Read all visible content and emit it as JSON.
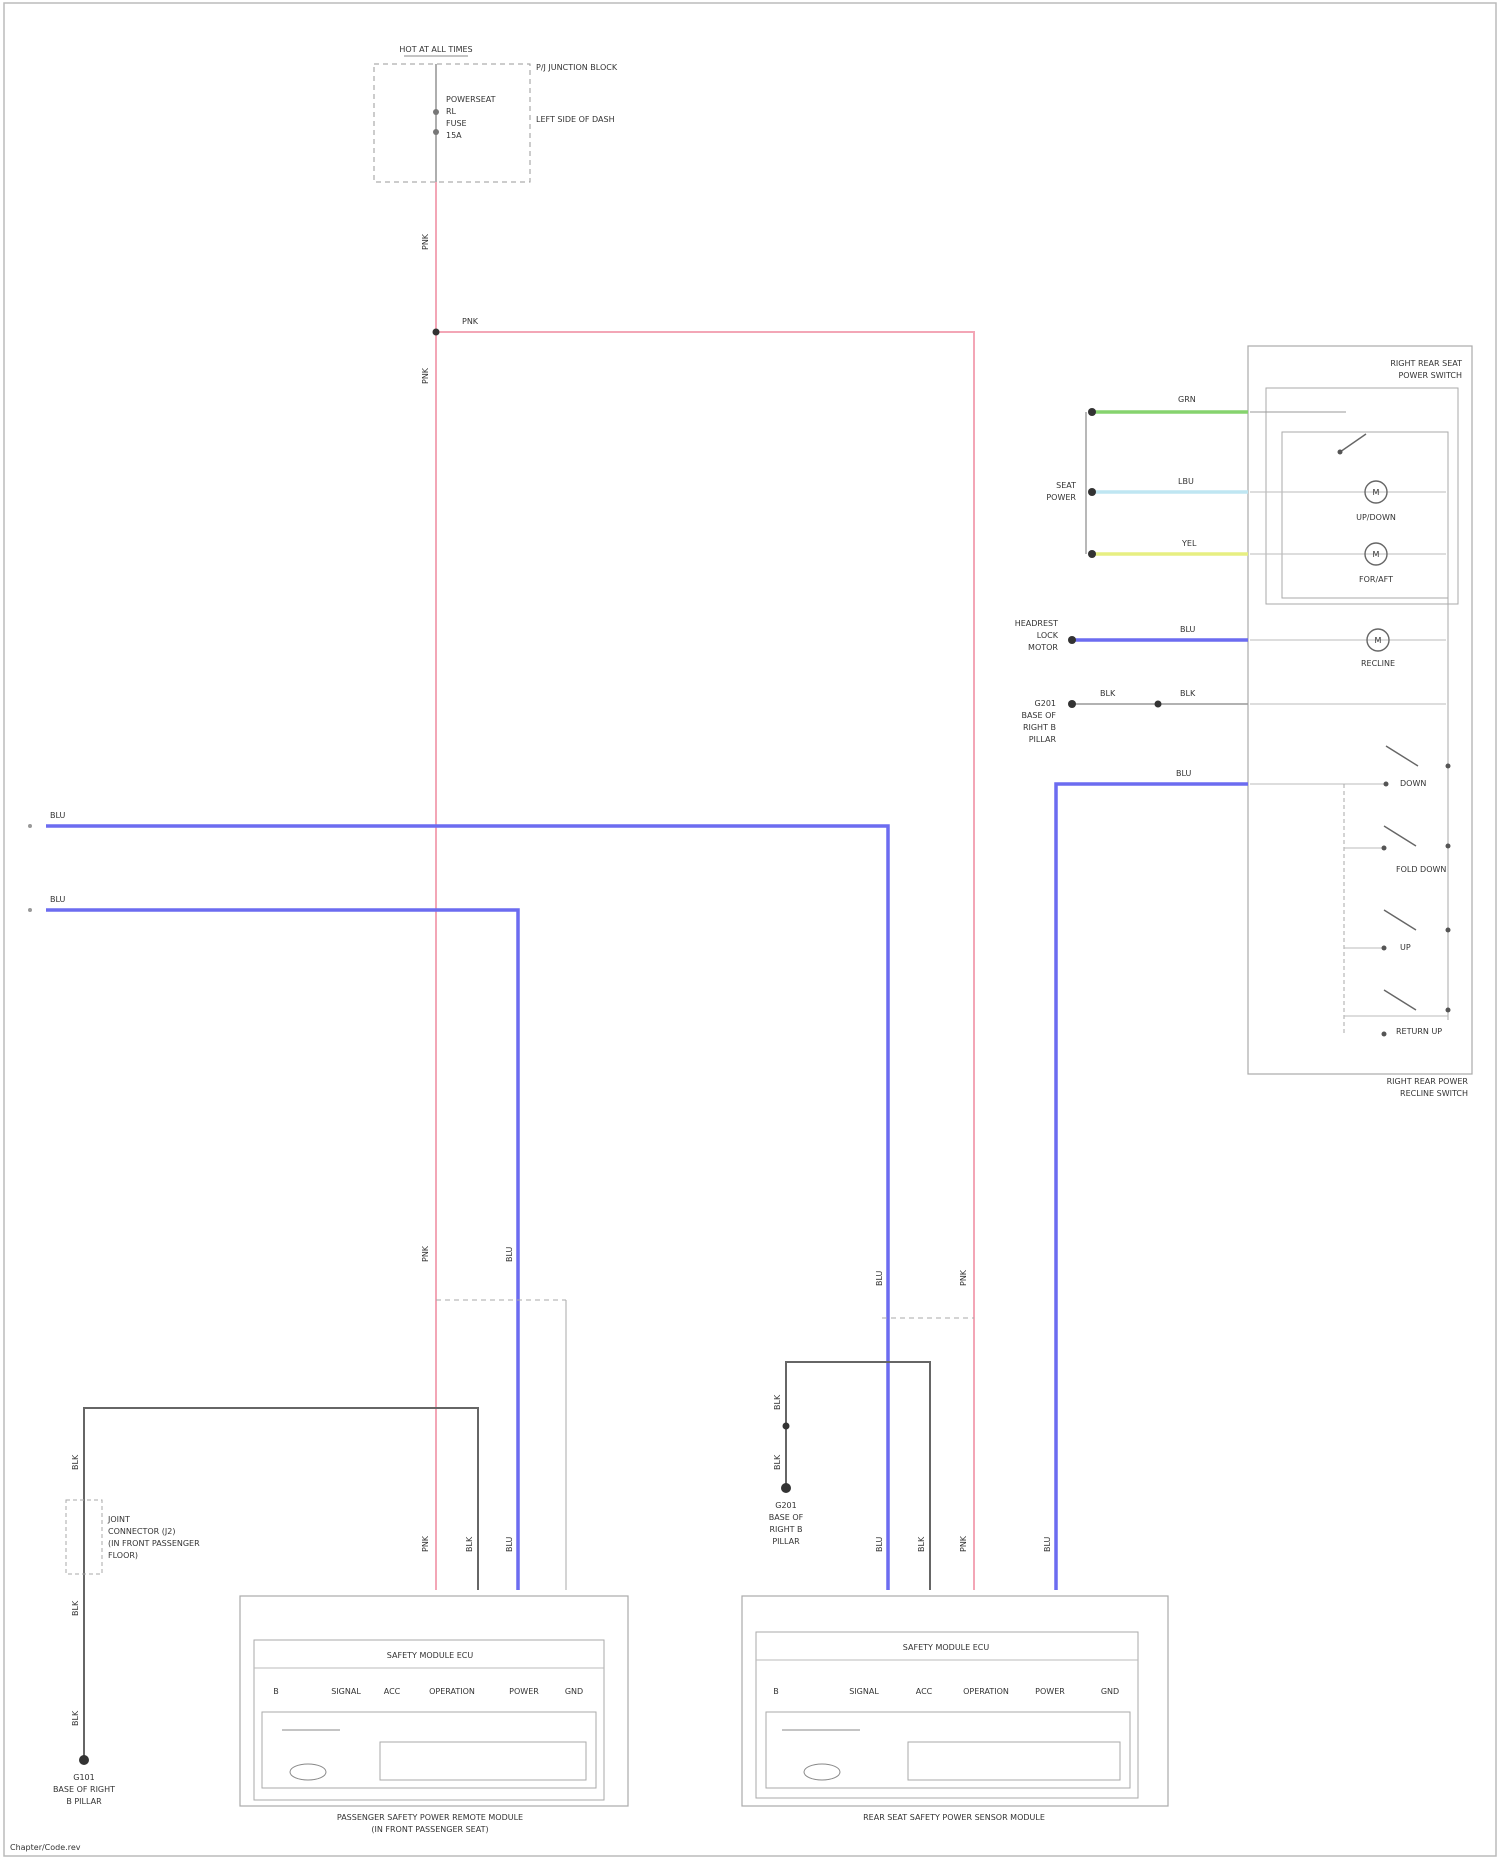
{
  "colors": {
    "pink": "#f3a6b6",
    "blue": "#6c6cf0",
    "green": "#86d36e",
    "light_blue": "#bfe6f2",
    "yellow": "#e7ef82",
    "wire_gray": "#666666",
    "box_gray": "#888888"
  },
  "top_source": {
    "label": "HOT AT ALL TIMES",
    "box_title": "P/J JUNCTION BLOCK",
    "box_subtitle": "LEFT SIDE OF DASH",
    "fuse_lines": [
      "POWERSEAT",
      "RL",
      "FUSE",
      "15A"
    ]
  },
  "wires": {
    "feed": "PNK",
    "branch": "PNK",
    "left_1": "BLU",
    "left_2": "BLU",
    "switch_green": "GRN",
    "switch_lblue": "LBU",
    "switch_yellow": "YEL",
    "switch_blue": "BLU",
    "switch_gnd_a": "BLK",
    "switch_gnd_b": "BLK",
    "switch_blue2": "BLU",
    "lower_pink_a": "PNK",
    "lower_blu_a": "BLU",
    "lower_blu_b": "BLU",
    "lower_pink_b": "PNK",
    "gnd_left_1": "BLK",
    "gnd_left_2": "BLK",
    "gnd_left_3": "BLK",
    "gnd_right_1": "BLK",
    "gnd_right_2": "BLK",
    "mod_left_1": "PNK",
    "mod_left_2": "BLK",
    "mod_left_3": "BLU",
    "mod_right_1": "BLU",
    "mod_right_2": "BLK",
    "mod_right_3": "PNK",
    "mod_right_4": "BLU"
  },
  "switch_group": {
    "title_lines": [
      "RIGHT REAR SEAT",
      "POWER SWITCH"
    ],
    "bottom_lines": [
      "RIGHT REAR POWER",
      "RECLINE SWITCH"
    ],
    "motor_labels": [
      "UP/DOWN",
      "FOR/AFT",
      "RECLINE"
    ],
    "contact_labels": [
      "DOWN",
      "FOLD DOWN",
      "UP",
      "RETURN UP"
    ]
  },
  "side_labels": {
    "seat_power": [
      "SEAT",
      "POWER"
    ],
    "headrest": [
      "HEADREST",
      "LOCK",
      "MOTOR"
    ],
    "ground": [
      "G201",
      "BASE OF",
      "RIGHT B",
      "PILLAR"
    ]
  },
  "left_module": {
    "caption": "PASSENGER SAFETY POWER REMOTE MODULE",
    "sub_caption": "(IN FRONT PASSENGER SEAT)",
    "inner_title": "SAFETY MODULE ECU",
    "pin_labels": [
      "B",
      "SIGNAL",
      "ACC",
      "OPERATION",
      "POWER",
      "GND"
    ]
  },
  "right_module": {
    "caption": "REAR SEAT SAFETY POWER SENSOR MODULE",
    "inner_title": "SAFETY MODULE ECU",
    "pin_labels": [
      "B",
      "SIGNAL",
      "ACC",
      "OPERATION",
      "POWER",
      "GND"
    ]
  },
  "left_ground": {
    "connector_lines": [
      "JOINT",
      "CONNECTOR (J2)",
      "(IN FRONT PASSENGER",
      "FLOOR)"
    ],
    "point_lines": [
      "G101",
      "BASE OF RIGHT",
      "B PILLAR"
    ]
  },
  "right_ground": {
    "point_lines": [
      "G201",
      "BASE OF",
      "RIGHT B",
      "PILLAR"
    ]
  },
  "footer": "Chapter/Code.rev"
}
